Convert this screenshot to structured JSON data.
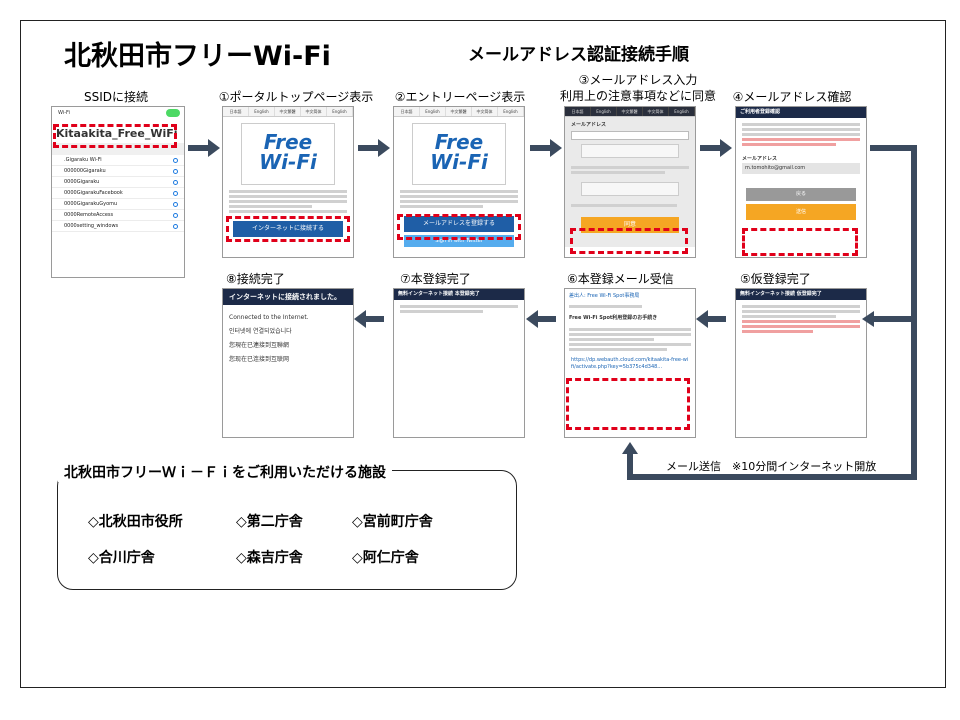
{
  "title": "北秋田市フリーWi-Fi",
  "subtitle": "メールアドレス認証接続手順",
  "steps": {
    "s0": "SSIDに接続",
    "s1": "①ポータルトップページ表示",
    "s2": "②エントリーページ表示",
    "s3a": "③メールアドレス入力",
    "s3b": "利用上の注意事項などに同意",
    "s4": "④メールアドレス確認",
    "s5": "⑤仮登録完了",
    "s6": "⑥本登録メール受信",
    "s7": "⑦本登録完了",
    "s8": "⑧接続完了"
  },
  "ssid_screen": {
    "wifi_label": "Wi-Fi",
    "ssid": "Kitaakita_Free_WiFi",
    "networks": [
      ".Gigaraku Wi-Fi",
      "000000Gigaraku",
      "0000Gigaraku",
      "0000GigarakuFacebook",
      "0000GigarakuGyomu",
      "0000RemoteAccess",
      "0000setting_windows"
    ]
  },
  "tabs": [
    "日本語",
    "English",
    "中文繁體",
    "中文简体",
    "English"
  ],
  "portal": {
    "logo_line1": "Free",
    "logo_line2": "Wi-Fi",
    "button": "インターネットに接続する"
  },
  "entry": {
    "logo_line1": "Free",
    "logo_line2": "Wi-Fi",
    "button": "メールアドレスを登録する",
    "twitter": "Sign in with Twitter"
  },
  "email_entry": {
    "section": "メールアドレス",
    "agree_btn": "同意"
  },
  "email_confirm": {
    "header": "ご利用者登録確認",
    "email_label": "メールアドレス",
    "email": "m.tomohito@gmail.com",
    "back_btn": "戻る",
    "send_btn": "送信"
  },
  "temp_done": {
    "header": "無料インターネット接続 仮登録完了"
  },
  "mail_received": {
    "from": "差出人: Free Wi-Fi Spot事務局",
    "subject": "Free Wi-Fi Spot利用登録のお手続き",
    "link": "https://dp.webauth.cloud.com/kitaakita-free-wifi/activate.php?key=5b375c4d348..."
  },
  "reg_done": {
    "header": "無料インターネット接続 本登録完了"
  },
  "connected": {
    "header": "インターネットに接続されました。",
    "lines": [
      "Connected to the Internet.",
      "인터넷에 연결되었습니다",
      "您現在已連接到互聯網",
      "您现在已连接到互联网"
    ]
  },
  "mail_note": "メール送信　※10分間インターネット開放",
  "facilities": {
    "heading": "北秋田市フリーＷｉ－Ｆｉをご利用いただける施設",
    "items": [
      "◇北秋田市役所",
      "◇第二庁舎",
      "◇宮前町庁舎",
      "◇合川庁舎",
      "◇森吉庁舎",
      "◇阿仁庁舎"
    ]
  },
  "colors": {
    "arrow": "#3b4a5e",
    "red_dash": "#e0001a",
    "blue_btn": "#1f5ea6",
    "orange_btn": "#f5a623",
    "header_navy": "#1c2a48"
  }
}
